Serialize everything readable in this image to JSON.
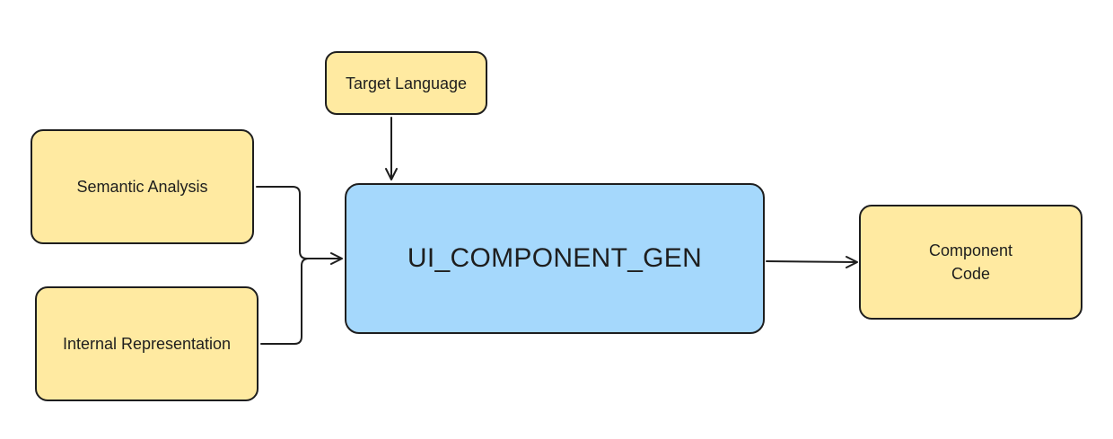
{
  "diagram": {
    "nodes": {
      "target_language": "Target Language",
      "semantic_analysis": "Semantic Analysis",
      "internal_representation": "Internal Representation",
      "main_component": "UI_COMPONENT_GEN",
      "component_code": "Component\nCode"
    },
    "edges": [
      {
        "from": "Target Language",
        "to": "UI_COMPONENT_GEN"
      },
      {
        "from": "Semantic Analysis",
        "to": "UI_COMPONENT_GEN"
      },
      {
        "from": "Internal Representation",
        "to": "UI_COMPONENT_GEN"
      },
      {
        "from": "UI_COMPONENT_GEN",
        "to": "Component Code"
      }
    ],
    "colors": {
      "input_node_fill": "#ffeaa1",
      "main_node_fill": "#a5d8fc",
      "stroke": "#1e1e1e"
    }
  }
}
